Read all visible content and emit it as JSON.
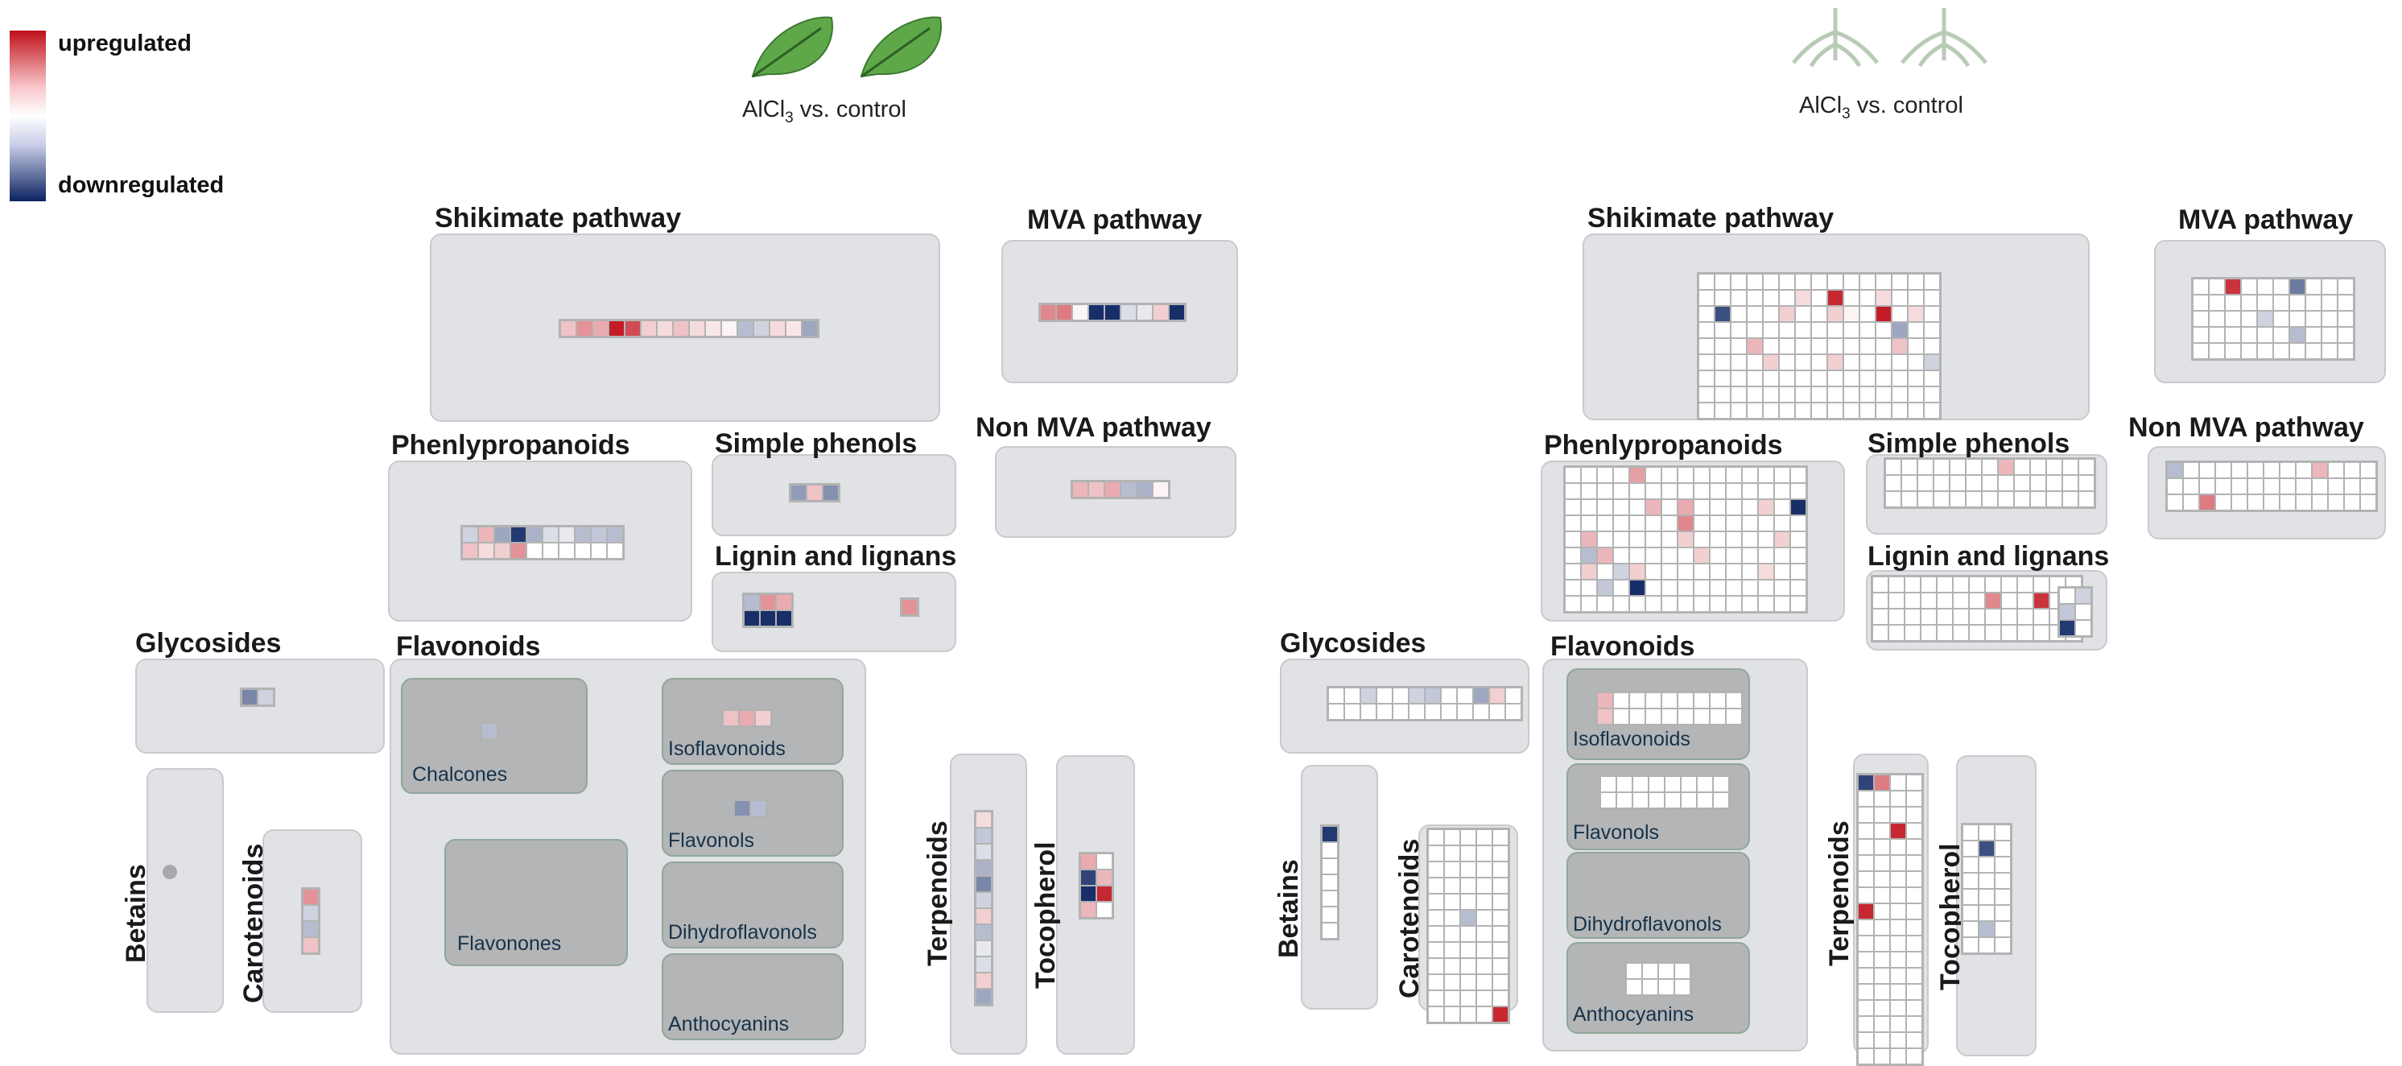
{
  "legend": {
    "up_label": "upregulated",
    "down_label": "downregulated"
  },
  "conditions": {
    "leaf": {
      "main": "AlCl",
      "sub": "3",
      "rest": " vs. control"
    },
    "root": {
      "main": "AlCl",
      "sub": "3",
      "rest": " vs. control"
    }
  },
  "colors": {
    "light_panel": "#e1e2e5",
    "dark_panel": "#b4b5b7",
    "up": "#c0101b",
    "down": "#0b2361",
    "leaf": "#5fa84a",
    "root": "#b9cbb6"
  },
  "panel_titles": {
    "shikimate": "Shikimate pathway",
    "mva": "MVA pathway",
    "non_mva": "Non MVA pathway",
    "phenylpropanoids": "Phenlypropanoids",
    "simple_phenols": "Simple phenols",
    "lignin": "Lignin and lignans",
    "glycosides": "Glycosides",
    "flavonoids": "Flavonoids",
    "betains": "Betains",
    "carotenoids": "Carotenoids",
    "terpenoids": "Terpenoids",
    "tocopherol": "Tocopherol"
  },
  "subgroups": {
    "chalcones": "Chalcones",
    "isoflavonoids": "Isoflavonoids",
    "flavonols": "Flavonols",
    "flavonones": "Flavonones",
    "dihydroflavonols": "Dihydroflavonols",
    "anthocyanins": "Anthocyanins"
  },
  "leaf_heatmap": {
    "shikimate": [
      0.25,
      0.45,
      0.35,
      0.95,
      0.75,
      0.2,
      0.15,
      0.25,
      0.15,
      0.1,
      0.05,
      -0.3,
      -0.2,
      0.15,
      0.1,
      -0.4
    ],
    "mva": [
      0.5,
      0.55,
      0.05,
      -0.95,
      -0.95,
      -0.15,
      -0.1,
      0.2,
      -0.95
    ],
    "non_mva": [
      0.3,
      0.25,
      0.35,
      -0.3,
      -0.35,
      0.05
    ],
    "phenylpropanoids": [
      [
        -0.2,
        0.3,
        -0.4,
        -0.9,
        -0.35,
        -0.15,
        -0.1,
        -0.3,
        -0.25,
        -0.3
      ],
      [
        0.25,
        0.15,
        0.2,
        0.45
      ]
    ],
    "simple_phenols": [
      -0.45,
      0.25,
      -0.5
    ],
    "lignin": [
      [
        -0.3,
        0.45,
        0.35
      ],
      [
        -0.95,
        -0.95,
        -0.95
      ]
    ],
    "lignin_extra": [
      0.45
    ],
    "glycosides": [
      -0.55,
      -0.2
    ],
    "chalcones": [
      -0.3
    ],
    "isoflavonoids": [
      0.25,
      0.35,
      0.2
    ],
    "flavonols": [
      -0.5,
      -0.3
    ],
    "carotenoids": [
      0.45,
      -0.2,
      -0.3,
      0.25
    ],
    "terpenoids": [
      0.15,
      -0.25,
      -0.15,
      -0.35,
      -0.55,
      -0.2,
      0.2,
      -0.3,
      -0.1,
      -0.15,
      0.2,
      -0.4
    ],
    "tocopherol": [
      [
        0.35,
        null
      ],
      [
        -0.85,
        0.3
      ],
      [
        -0.95,
        0.9
      ],
      [
        0.3,
        null
      ]
    ]
  }
}
